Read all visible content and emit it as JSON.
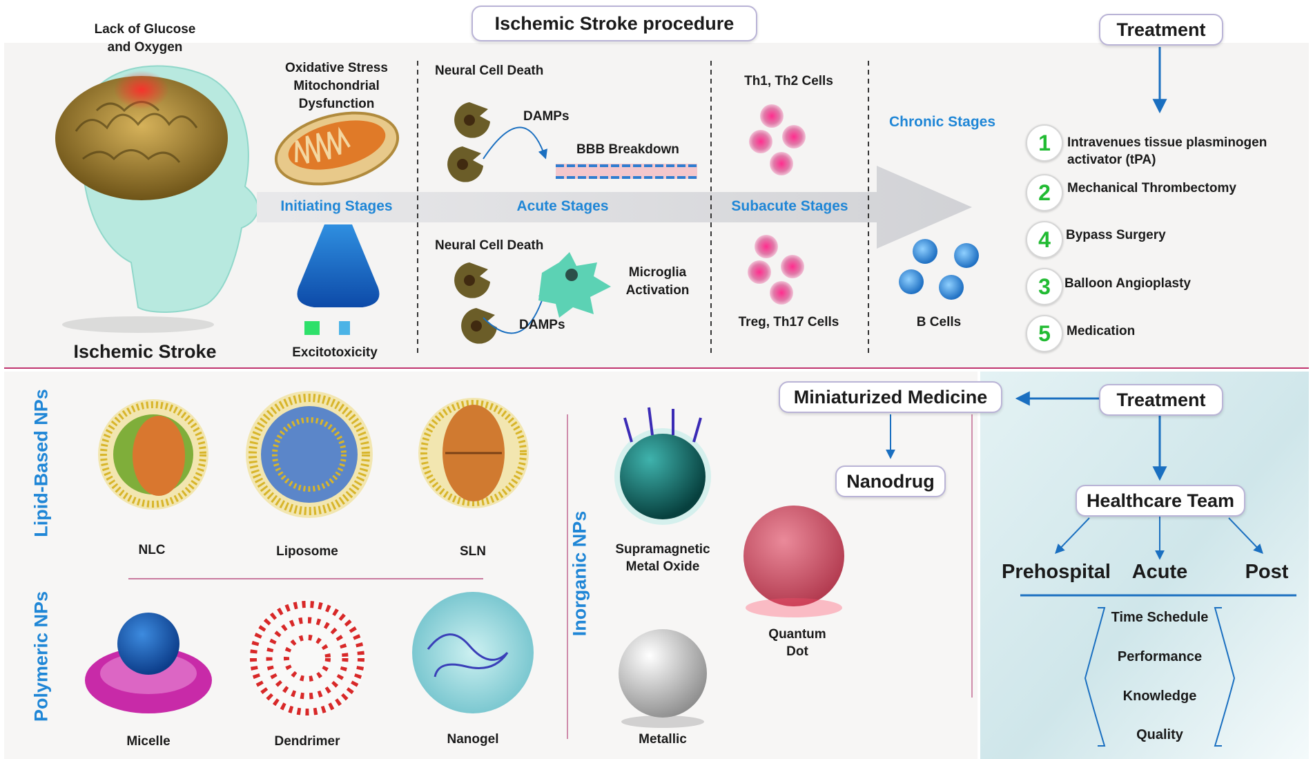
{
  "header": {
    "title": "Ischemic Stroke procedure",
    "lack": "Lack of Glucose\nand Oxygen",
    "ischemic_stroke": "Ischemic Stroke"
  },
  "initiating": {
    "top_label": "Oxidative Stress\nMitochondrial\nDysfunction",
    "stage": "Initiating Stages",
    "bottom_label": "Excitotoxicity"
  },
  "acute": {
    "top_title": "Neural Cell Death",
    "damps_top": "DAMPs",
    "bbb": "BBB Breakdown",
    "stage": "Acute Stages",
    "bottom_title": "Neural Cell Death",
    "microglia": "Microglia\nActivation",
    "damps_bottom": "DAMPs"
  },
  "subacute": {
    "top": "Th1, Th2 Cells",
    "stage": "Subacute Stages",
    "bottom": "Treg, Th17 Cells"
  },
  "chronic": {
    "stage": "Chronic Stages",
    "bottom": "B Cells"
  },
  "treatment_top": {
    "title": "Treatment",
    "items": [
      {
        "num": "1",
        "label": "Intravenues tissue plasminogen\nactivator (tPA)"
      },
      {
        "num": "2",
        "label": "Mechanical Thrombectomy"
      },
      {
        "num": "4",
        "label": "Bypass Surgery"
      },
      {
        "num": "3",
        "label": "Balloon Angioplasty"
      },
      {
        "num": "5",
        "label": "Medication"
      }
    ]
  },
  "nps": {
    "lipid_title": "Lipid-Based NPs",
    "lipid": [
      "NLC",
      "Liposome",
      "SLN"
    ],
    "polymeric_title": "Polymeric NPs",
    "polymeric": [
      "Micelle",
      "Dendrimer",
      "Nanogel"
    ],
    "inorganic_title": "Inorganic NPs",
    "supramagnetic": "Supramagnetic\nMetal Oxide",
    "quantum": "Quantum\nDot",
    "metallic": "Metallic"
  },
  "bottom_right": {
    "miniaturized": "Miniaturized Medicine",
    "nanodrug": "Nanodrug",
    "treatment": "Treatment",
    "healthcare": "Healthcare Team",
    "phases": [
      "Prehospital",
      "Acute",
      "Post"
    ],
    "brace_items": [
      "Time Schedule",
      "Performance",
      "Knowledge",
      "Quality"
    ]
  },
  "colors": {
    "stage_blue": "#1f86d6",
    "number_green": "#22bb33",
    "arrow_blue": "#1a6fc0"
  }
}
